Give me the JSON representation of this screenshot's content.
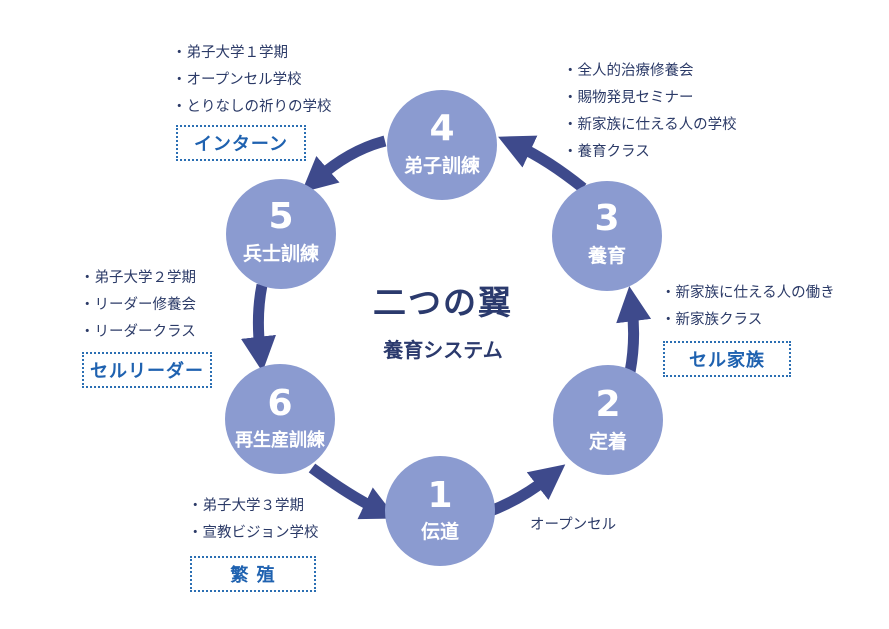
{
  "title": "二つの翼",
  "subtitle": "養育システム",
  "colors": {
    "circle": "#8b9bd0",
    "arrow": "#3e4a8c",
    "text": "#2b3a67",
    "tag": "#1f62b0"
  },
  "stages": [
    {
      "number": "1",
      "label": "伝道"
    },
    {
      "number": "2",
      "label": "定着"
    },
    {
      "number": "3",
      "label": "養育"
    },
    {
      "number": "4",
      "label": "弟子訓練"
    },
    {
      "number": "5",
      "label": "兵士訓練"
    },
    {
      "number": "6",
      "label": "再生産訓練"
    }
  ],
  "notes": {
    "stage4": [
      "弟子大学１学期",
      "オープンセル学校",
      "とりなしの祈りの学校"
    ],
    "stage3": [
      "全人的治療修養会",
      "賜物発見セミナー",
      "新家族に仕える人の学校",
      "養育クラス"
    ],
    "stage5": [
      "弟子大学２学期",
      "リーダー修養会",
      "リーダークラス"
    ],
    "stage2": [
      "新家族に仕える人の働き",
      "新家族クラス"
    ],
    "stage6": [
      "弟子大学３学期",
      "宣教ビジョン学校"
    ],
    "stage1": "オープンセル"
  },
  "tags": {
    "internship": "インターン",
    "cell_leader": "セルリーダー",
    "cell_family": "セル家族",
    "multiply": "繁 殖"
  }
}
